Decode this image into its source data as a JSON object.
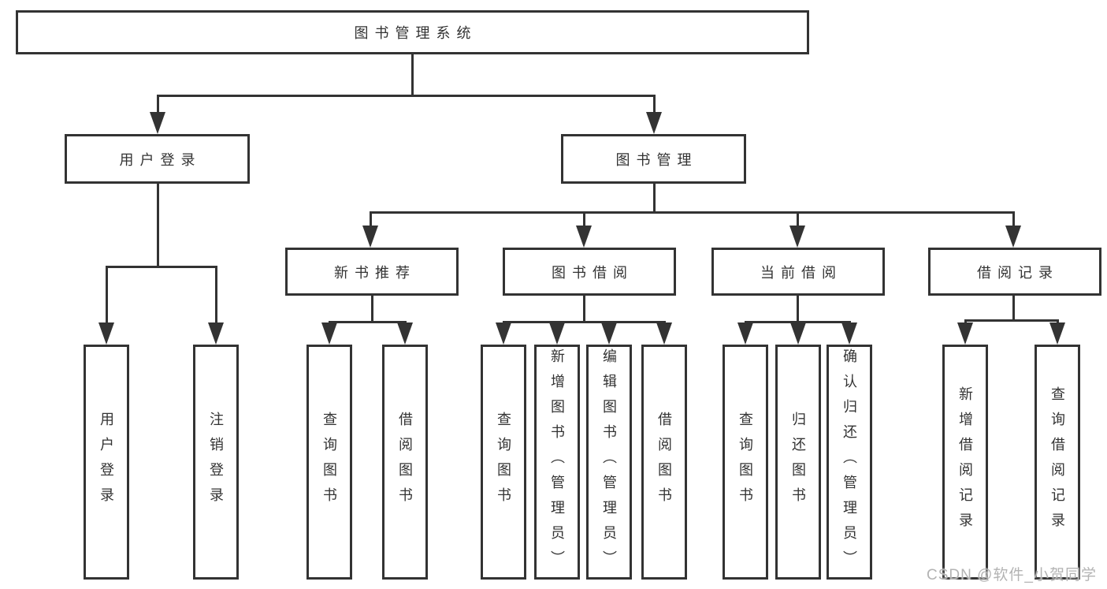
{
  "diagram_title": "图书管理系统",
  "watermark": {
    "text": "CSDN @软件_小贺同学",
    "color": "#b3b3b3"
  },
  "style": {
    "line_color": "#333333",
    "box_border_color": "#333333",
    "text_color": "#333333",
    "background": "#ffffff"
  },
  "hierarchy": {
    "root": "图书管理系统",
    "children": [
      {
        "label": "用户登录",
        "children": [
          "用户登录",
          "注销登录"
        ]
      },
      {
        "label": "图书管理",
        "children": [
          {
            "label": "新书推荐",
            "children": [
              "查询图书",
              "借阅图书"
            ]
          },
          {
            "label": "图书借阅",
            "children": [
              "查询图书",
              "新增图书（管理员）",
              "编辑图书（管理员）",
              "借阅图书"
            ]
          },
          {
            "label": "当前借阅",
            "children": [
              "查询图书",
              "归还图书",
              "确认归还（管理员）"
            ]
          },
          {
            "label": "借阅记录",
            "children": [
              "新增借阅记录",
              "查询借阅记录"
            ]
          }
        ]
      }
    ]
  }
}
